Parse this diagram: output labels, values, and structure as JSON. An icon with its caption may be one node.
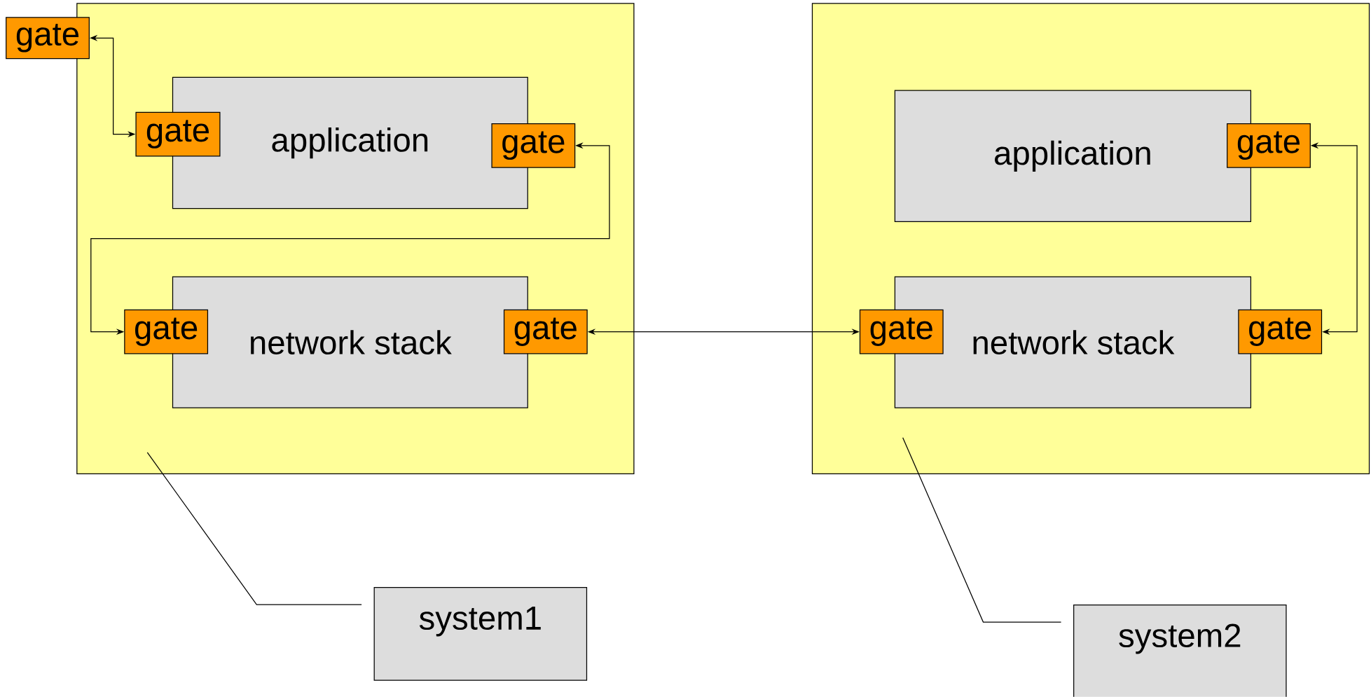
{
  "diagram": {
    "nodes": [
      {
        "text": [],
        "shape": "box"
      },
      {
        "text": [
          "application"
        ],
        "in": 0
      },
      {
        "text": [
          "gate"
        ],
        "in": 0
      },
      {
        "text": [
          "gate"
        ],
        "in": 0
      },
      {
        "text": [
          "gate"
        ]
      },
      {
        "text": [
          "network stack"
        ],
        "in": 0
      },
      {
        "text": [
          "gate"
        ],
        "in": 0
      },
      {
        "text": [
          "gate"
        ],
        "in": 0
      },
      {
        "text": [],
        "shape": "box"
      },
      {
        "text": [
          "application"
        ],
        "in": 8
      },
      {
        "text": [
          "gate"
        ],
        "in": 8
      },
      {
        "text": [
          "network stack"
        ],
        "in": 8
      },
      {
        "text": [
          "gate"
        ],
        "in": 8
      },
      {
        "text": [
          "gate"
        ],
        "in": 8
      },
      {
        "text": [
          "system1"
        ]
      },
      {
        "text": [
          "system2"
        ]
      }
    ],
    "edges": [
      {
        "from": 4,
        "to": 2,
        "arrow": "both"
      },
      {
        "from": 3,
        "to": 6,
        "arrow": "both"
      },
      {
        "from": 7,
        "to": 12,
        "arrow": "both"
      },
      {
        "from": 10,
        "to": 13,
        "arrow": "both"
      },
      {
        "from": 14,
        "to": 0,
        "arrow": "none"
      },
      {
        "from": 15,
        "to": 8,
        "arrow": "none"
      }
    ]
  }
}
